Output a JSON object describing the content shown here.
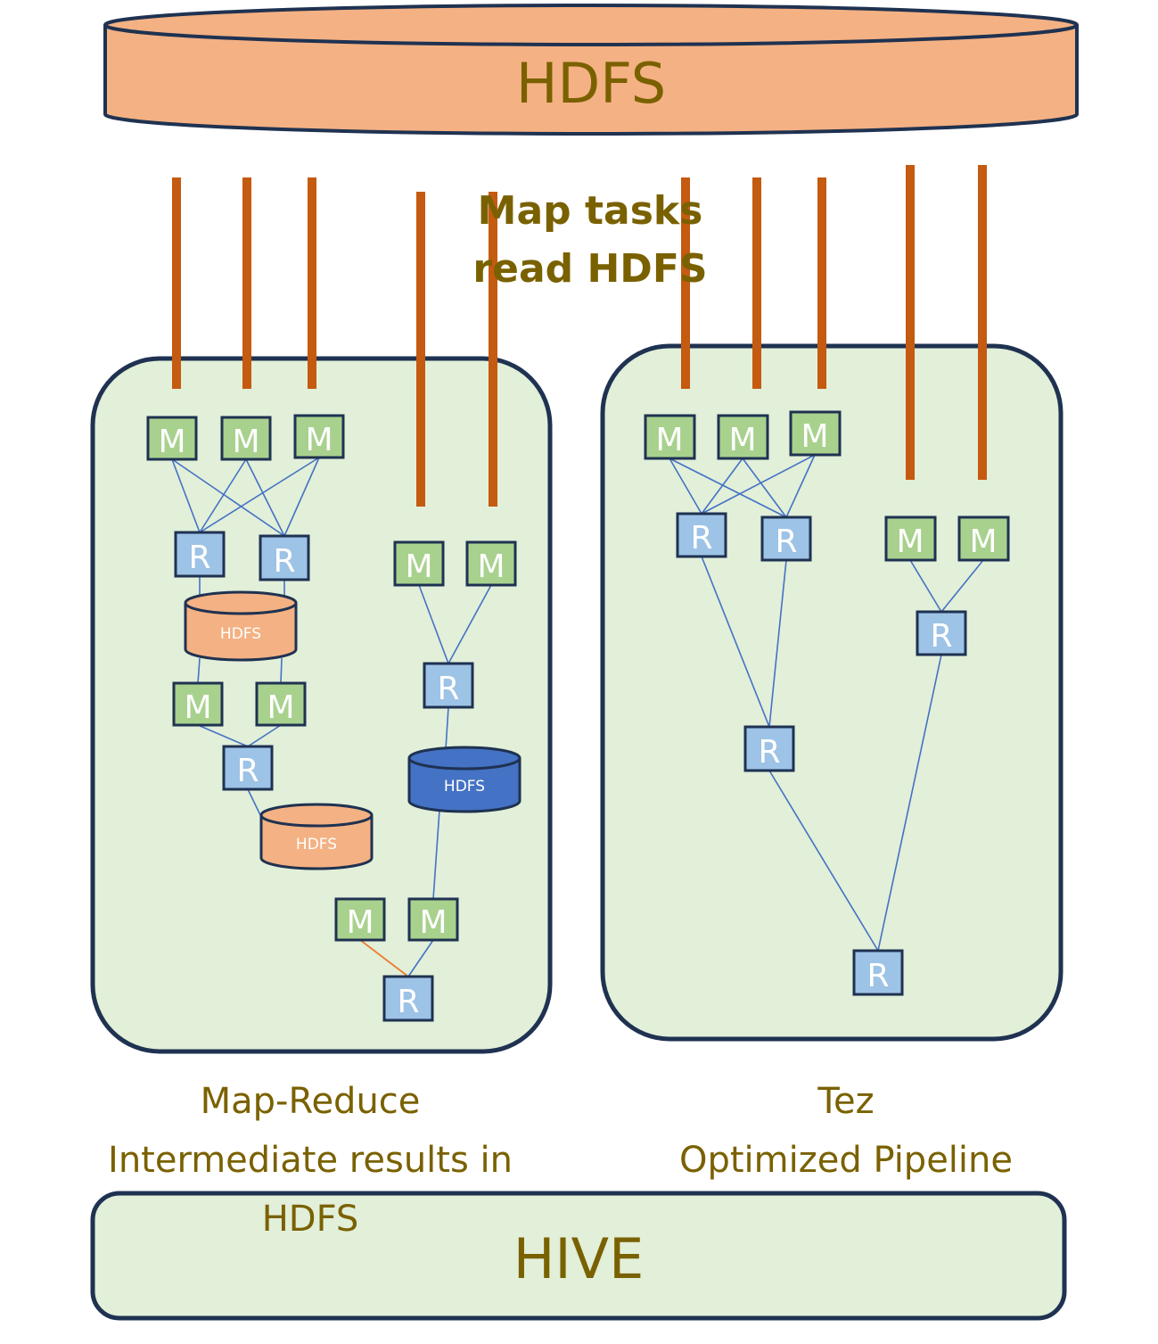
{
  "top_store": {
    "label": "HDFS"
  },
  "annotation": {
    "line1": "Map tasks",
    "line2": "read HDFS"
  },
  "mapreduce": {
    "node_map_label": "M",
    "node_reduce_label": "R",
    "intermediate_store_label": "HDFS",
    "caption_line1": "Map-Reduce",
    "caption_line2": "Intermediate results in",
    "caption_line3": "HDFS"
  },
  "tez": {
    "node_map_label": "M",
    "node_reduce_label": "R",
    "caption_line1": "Tez",
    "caption_line2": "Optimized Pipeline"
  },
  "bottom_layer": {
    "label": "HIVE"
  },
  "colors": {
    "hdfs_fill": "#f4b183",
    "hdfs_dark_fill": "#4472c4",
    "map_fill": "#a9d18e",
    "reduce_fill": "#9dc3e6",
    "panel_fill": "#e2efd9",
    "border": "#1f3251",
    "pipe": "#c55a11",
    "edge": "#4472c4",
    "edge_alt": "#ed7d31",
    "text": "#7a6100"
  }
}
